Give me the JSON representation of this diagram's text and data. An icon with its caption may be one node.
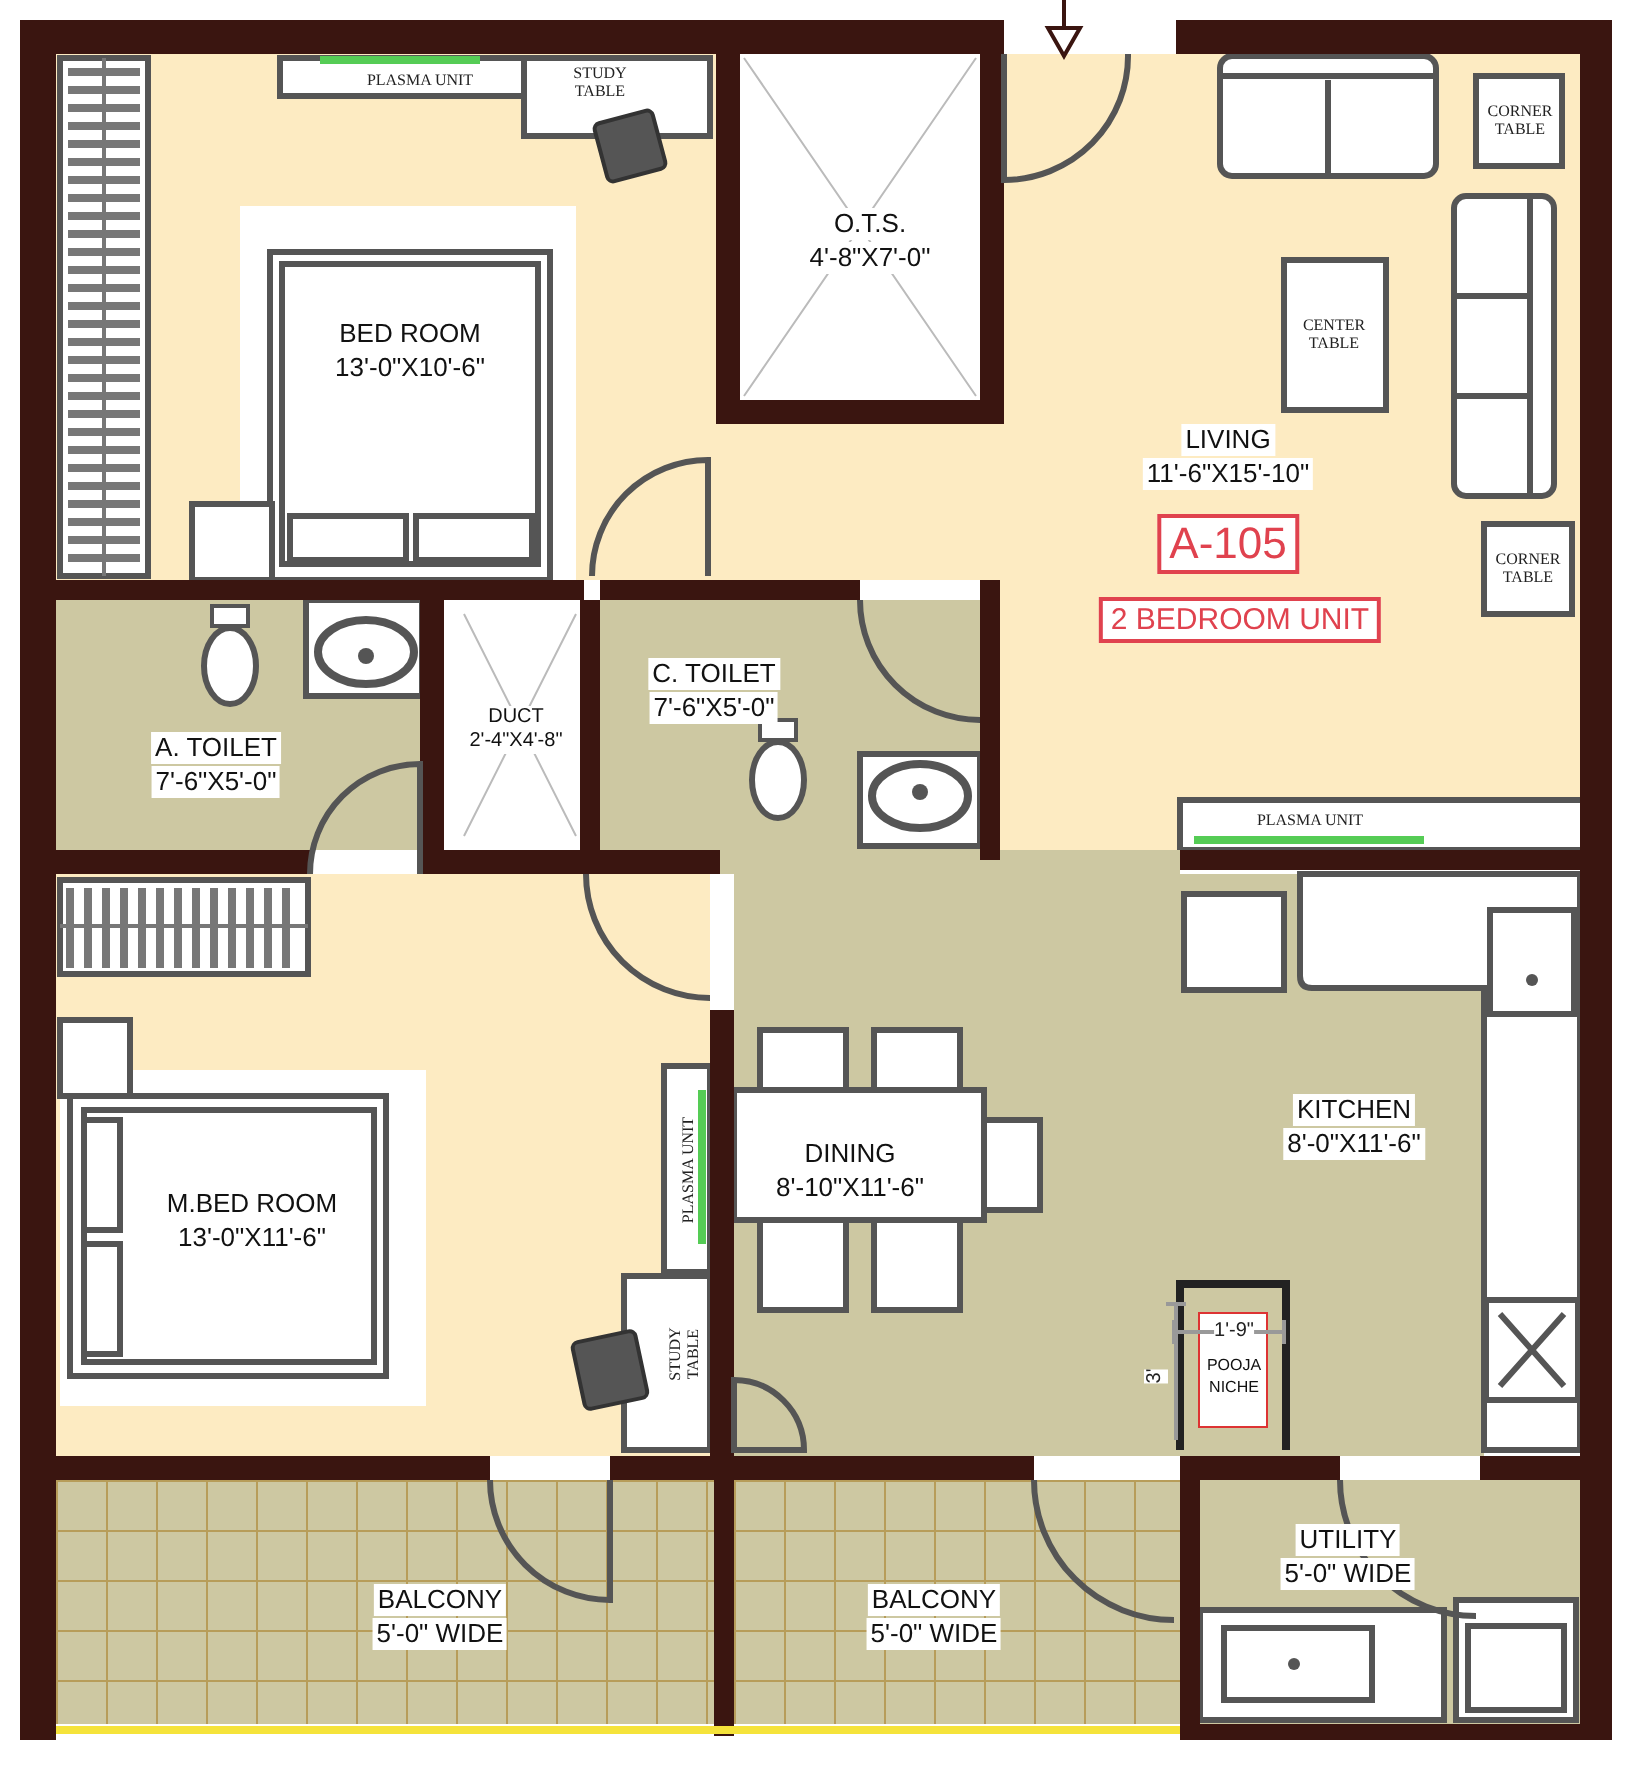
{
  "diagram": {
    "nodes": [
      {
        "text": [
          "BED ROOM",
          "13'-0\"X10'-6\""
        ]
      },
      {
        "text": [
          "O.T.S.",
          "4'-8\"X7'-0\""
        ]
      },
      {
        "text": [
          "LIVING",
          "11'-6\"X15'-10\""
        ]
      },
      {
        "text": [
          "A. TOILET",
          "7'-6\"X5'-0\""
        ]
      },
      {
        "text": [
          "DUCT",
          "2'-4\"X4'-8\""
        ]
      },
      {
        "text": [
          "C. TOILET",
          "7'-6\"X5'-0\""
        ]
      },
      {
        "text": [
          "M.BED ROOM",
          "13'-0\"X11'-6\""
        ]
      },
      {
        "text": [
          "DINING",
          "8'-10\"X11'-6\""
        ]
      },
      {
        "text": [
          "KITCHEN",
          "8'-0\"X11'-6\""
        ]
      },
      {
        "text": [
          "POOJA NICHE"
        ],
        "in": 8
      },
      {
        "text": [
          "BALCONY",
          "5'-0\" WIDE"
        ]
      },
      {
        "text": [
          "BALCONY",
          "5'-0\" WIDE"
        ]
      },
      {
        "text": [
          "UTILITY",
          "5'-0\" WIDE"
        ]
      }
    ],
    "labels": [
      "PLASMA UNIT",
      "STUDY TABLE",
      "CORNER TABLE",
      "CENTER TABLE",
      "CORNER TABLE",
      "A-105",
      "2 BEDROOM UNIT",
      "PLASMA UNIT",
      "PLASMA UNIT",
      "1'-9\"",
      "3'",
      "STUDY TABLE"
    ]
  }
}
